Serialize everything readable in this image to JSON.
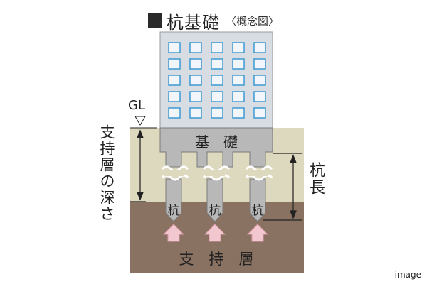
{
  "title": {
    "main": "杭基礎",
    "sub": "〈概念図〉"
  },
  "labels": {
    "gl": "GL",
    "foundation": "基　礎",
    "support_depth": "支持層の深さ",
    "pile_length": "杭長",
    "pile": "杭",
    "bearing_layer": "支　持　層"
  },
  "watermark": "image",
  "colors": {
    "background": "#ffffff",
    "surface_soil": "#ddd9bf",
    "bearing_soil": "#8a7262",
    "building_facade": "#d7dde3",
    "window_fill": "#f2f6fb",
    "window_stroke": "#3f9ad1",
    "foundation_gray": "#b8b8b8",
    "arrow_fill": "#f3c7cf",
    "line": "#222222"
  }
}
